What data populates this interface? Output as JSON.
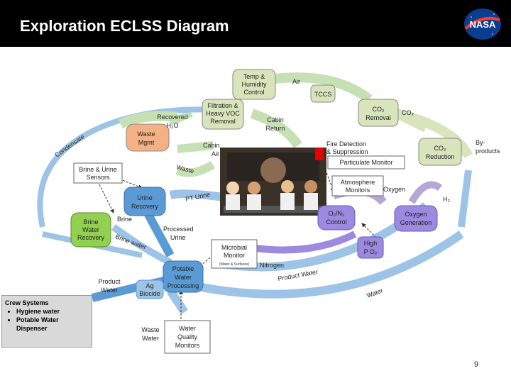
{
  "header": {
    "title": "Exploration ECLSS Diagram",
    "logo_text": "NASA"
  },
  "nodes": {
    "temp_humidity": [
      "Temp &",
      "Humidity",
      "Control"
    ],
    "filtration": [
      "Filtration &",
      "Heavy VOC",
      "Removal"
    ],
    "tccs": "TCCS",
    "co2_removal": [
      "CO₂",
      "Removal"
    ],
    "co2_reduction": [
      "CO₂",
      "Reduction"
    ],
    "waste_mgmt": [
      "Waste",
      "Mgmt"
    ],
    "brine_urine_sensors": [
      "Brine & Urine",
      "Sensors"
    ],
    "urine_recovery": [
      "Urine",
      "Recovery"
    ],
    "brine_water_recovery": [
      "Brine",
      "Water",
      "Recovery"
    ],
    "o2n2_control": [
      "O₂/N₂",
      "Control"
    ],
    "oxygen_generation": [
      "Oxygen",
      "Generation"
    ],
    "high_po2": [
      "High",
      "P O₂"
    ],
    "microbial_monitor": [
      "Microbial",
      "Monitor"
    ],
    "microbial_sub": "(Water & Surfaces)",
    "potable_water": [
      "Potable",
      "Water",
      "Processing"
    ],
    "ag_biocide": [
      "Ag",
      "Biocide"
    ],
    "water_quality": [
      "Water",
      "Quality",
      "Monitors"
    ],
    "fire_detection": [
      "Fire Detection",
      "& Suppression"
    ],
    "particulate_monitor": "Particulate Monitor",
    "atmosphere_monitors": [
      "Atmosphere",
      "Monitors"
    ]
  },
  "flow_labels": {
    "air": "Air",
    "co2": "CO₂",
    "byproducts": [
      "By-",
      "products"
    ],
    "recovered_h2o": [
      "Recovered",
      "H₂O"
    ],
    "condensate": "Condensate",
    "cabin_return": [
      "Cabin",
      "Return"
    ],
    "cabin_air": [
      "Cabin",
      "Air"
    ],
    "waste": "Waste",
    "pt_urine": "PT Urine",
    "oxygen": "Oxygen",
    "h2": "H₂",
    "brine": "Brine",
    "brine_water": "Brine water",
    "processed_urine": [
      "Processed",
      "Urine"
    ],
    "nitrogen": "Nitrogen",
    "product_water_right": "Product Water",
    "water": "Water",
    "product_water_left": [
      "Product",
      "Water"
    ],
    "waste_water": [
      "Waste",
      "Water"
    ]
  },
  "crew_systems": {
    "title": "Crew Systems",
    "items": [
      "Hygiene water",
      "Potable Water Dispenser"
    ]
  },
  "page_number": "9",
  "colors": {
    "air_flow": "#c6e0b4",
    "co2_flow": "#d8e4bc",
    "water_flow": "#9dc3e6",
    "water_node": "#5b9bd5",
    "o2_flow": "#b4a7d6",
    "o2_node": "#9b8ae0",
    "waste_node": "#f4b183",
    "brine_node": "#92d050",
    "fire_accent": "#e60000"
  }
}
